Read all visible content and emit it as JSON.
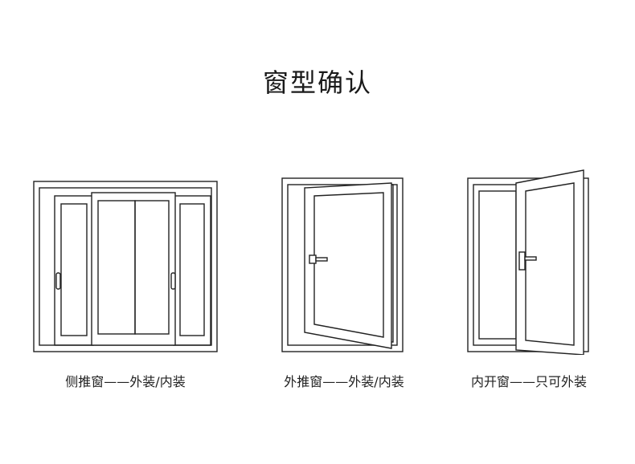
{
  "title": "窗型确认",
  "windows": [
    {
      "caption": "侧推窗——外装/内装",
      "type": "sliding"
    },
    {
      "caption": "外推窗——外装/内装",
      "type": "outward-casement"
    },
    {
      "caption": "内开窗——只可外装",
      "type": "inward-casement"
    }
  ]
}
